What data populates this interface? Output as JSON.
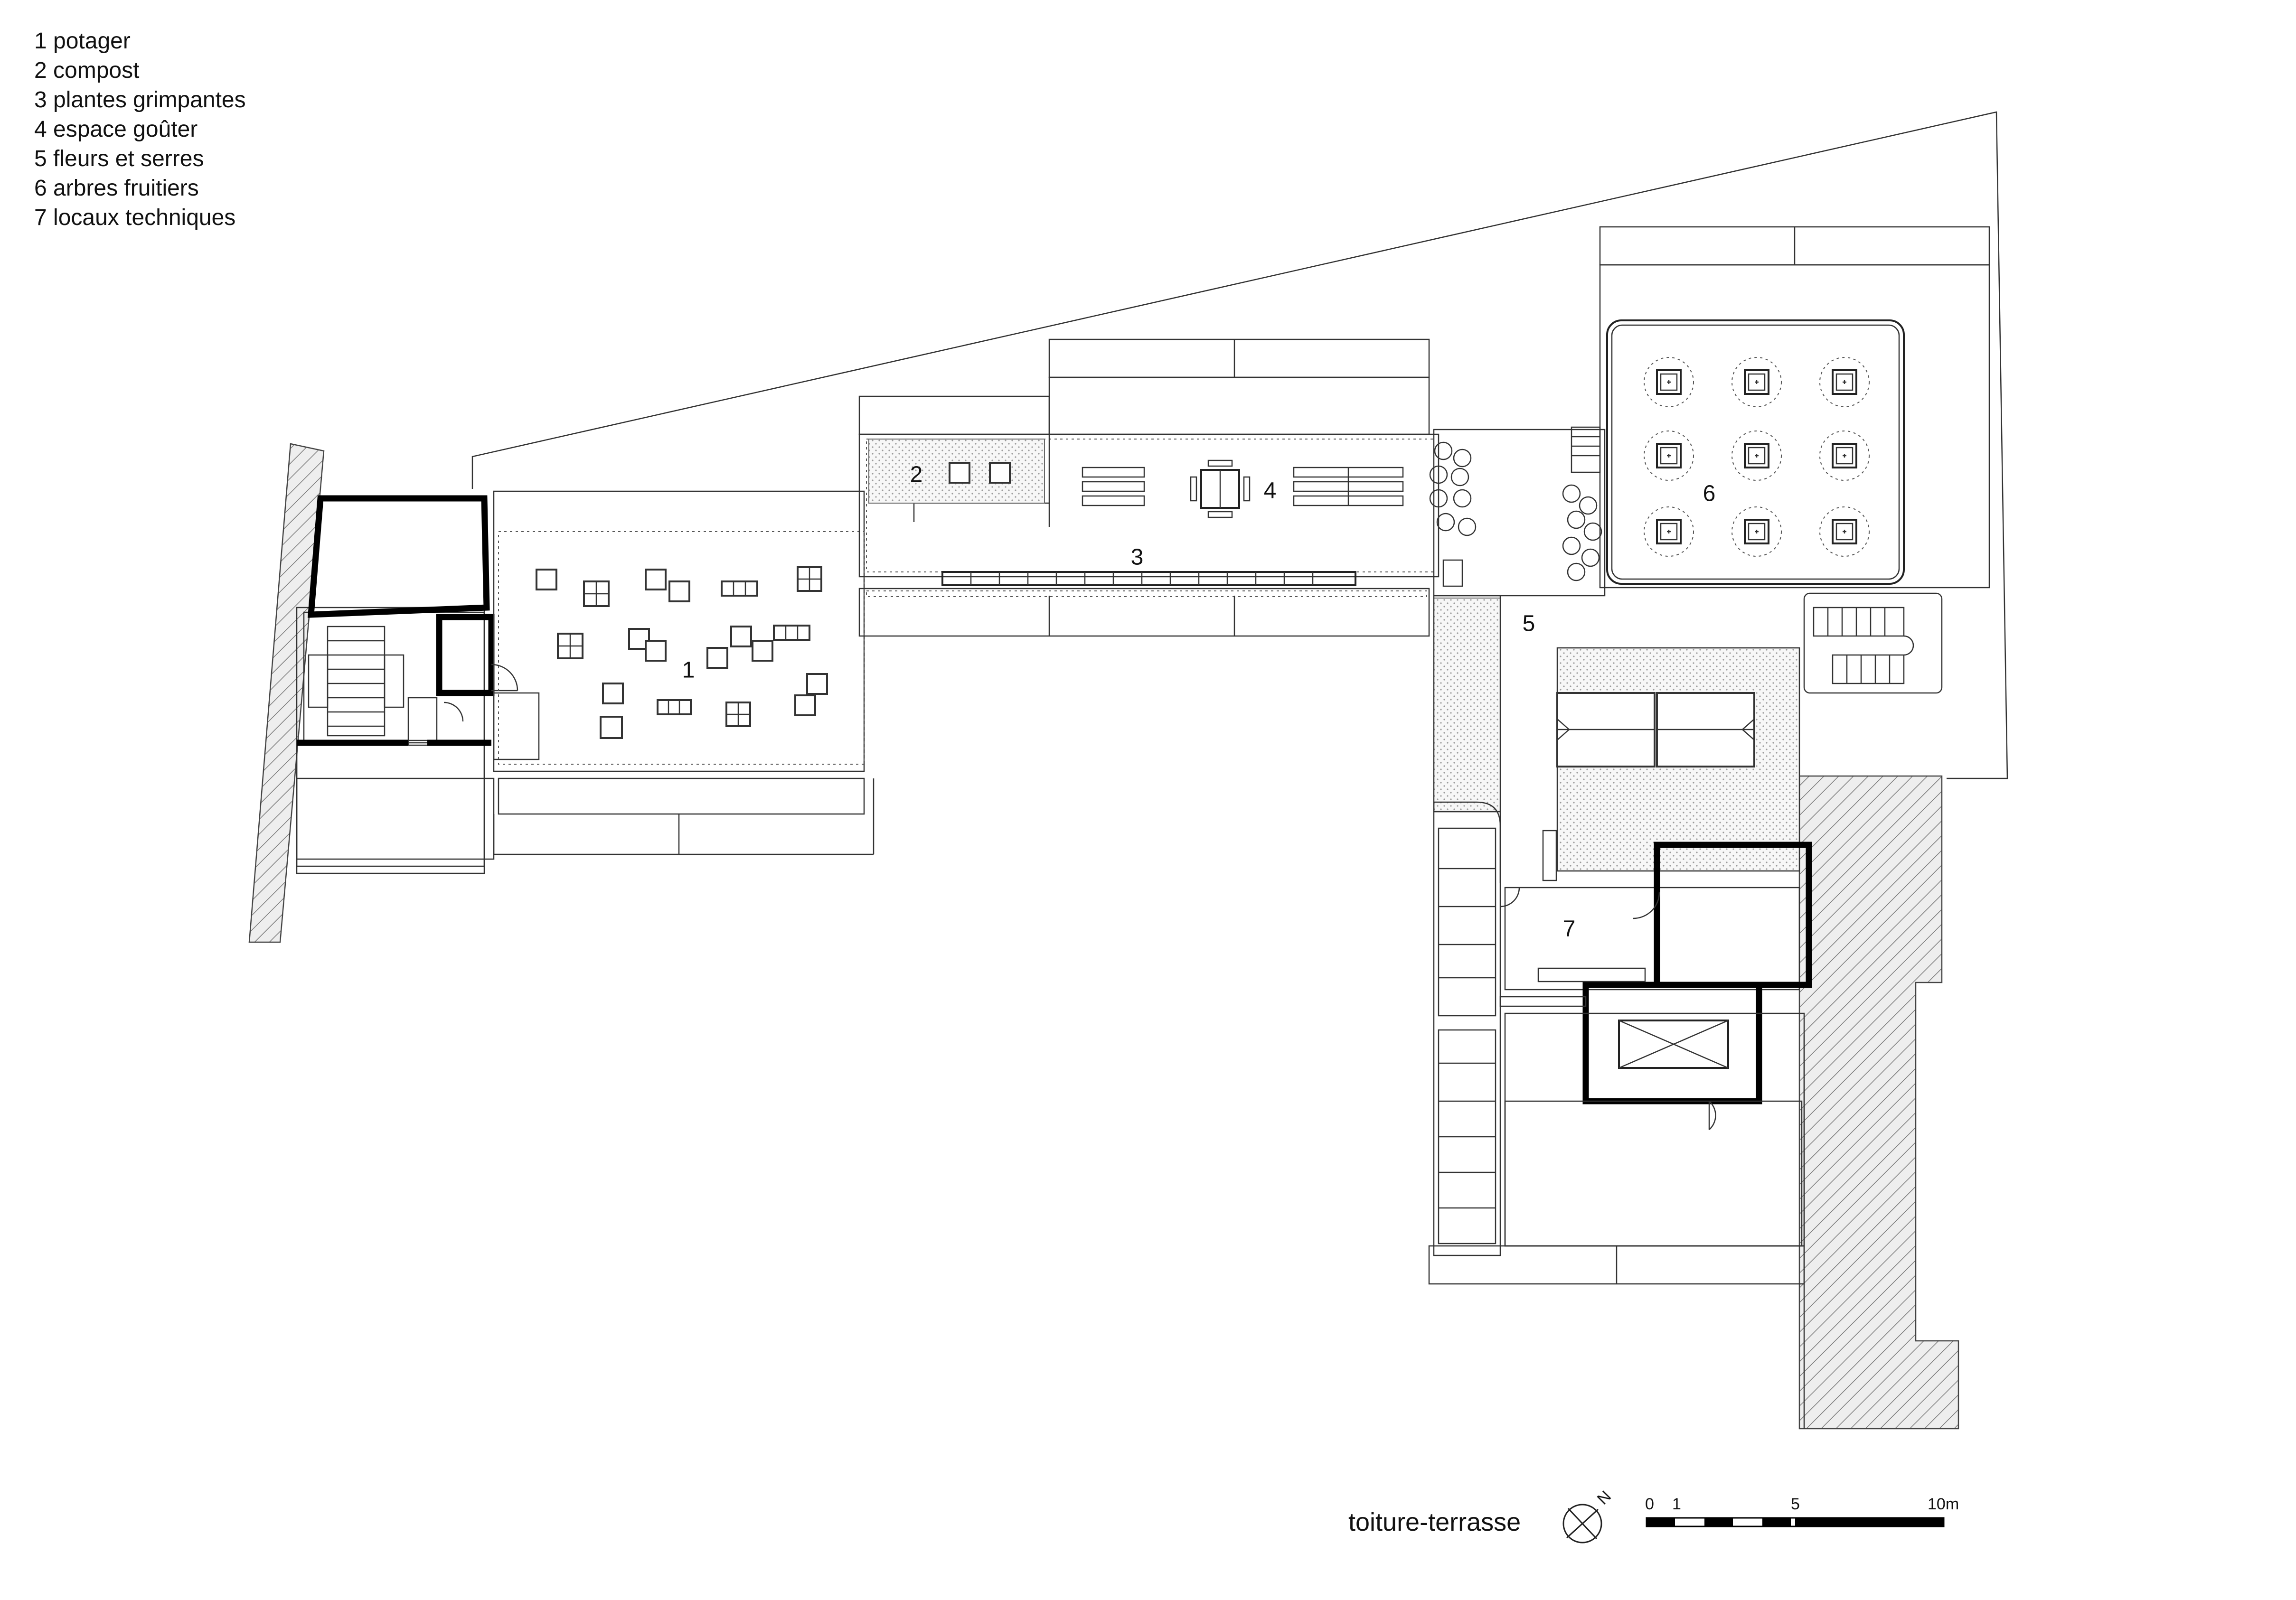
{
  "legend": [
    "1 potager",
    "2 compost",
    "3 plantes grimpantes",
    "4 espace goûter",
    "5 fleurs et serres",
    "6 arbres fruitiers",
    "7 locaux techniques"
  ],
  "zones": {
    "z1": "1",
    "z2": "2",
    "z3": "3",
    "z4": "4",
    "z5": "5",
    "z6": "6",
    "z7": "7"
  },
  "title": "toiture-terrasse",
  "north_label": "N",
  "scale": {
    "t0": "0",
    "t1": "1",
    "t5": "5",
    "t10": "10m"
  }
}
